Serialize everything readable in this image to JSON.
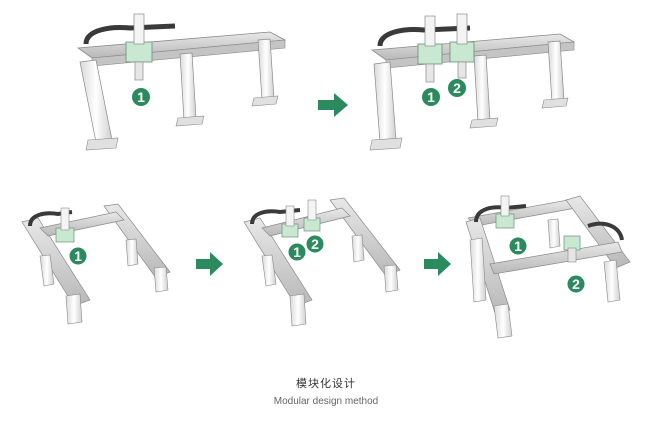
{
  "caption": {
    "zh": "模块化设计",
    "en": "Modular design method"
  },
  "module_labels": {
    "one": "1",
    "two": "2"
  },
  "colors": {
    "module_badge": "#2b8a5e",
    "arrow": "#2b8a5e",
    "carriage": "#c9e8d2",
    "frame": "#f2f2f2",
    "frame_edge": "#8a8a8a",
    "cable_chain": "#3a3a3a"
  },
  "icons": {
    "arrow": "right-arrow-icon"
  }
}
